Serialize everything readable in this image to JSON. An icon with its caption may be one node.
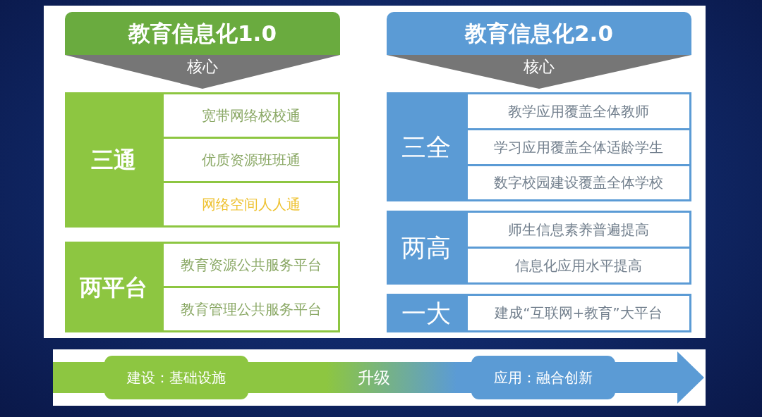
{
  "diagram": {
    "nodes": [
      {
        "text": [
          "教育信息化1.0"
        ]
      },
      {
        "text": [
          "核心"
        ]
      },
      {
        "text": [
          "三通"
        ]
      },
      {
        "text": [
          "宽带网络校校通"
        ],
        "in": 2
      },
      {
        "text": [
          "优质资源班班通"
        ],
        "in": 2
      },
      {
        "text": [
          "网络空间人人通"
        ],
        "in": 2
      },
      {
        "text": [
          "两平台"
        ]
      },
      {
        "text": [
          "教育资源公共服务平台"
        ],
        "in": 6
      },
      {
        "text": [
          "教育管理公共服务平台"
        ],
        "in": 6
      },
      {
        "text": [
          "教育信息化2.0"
        ]
      },
      {
        "text": [
          "核心"
        ]
      },
      {
        "text": [
          "三全"
        ]
      },
      {
        "text": [
          "教学应用覆盖全体教师"
        ],
        "in": 11
      },
      {
        "text": [
          "学习应用覆盖全体适龄学生"
        ],
        "in": 11
      },
      {
        "text": [
          "数字校园建设覆盖全体学校"
        ],
        "in": 11
      },
      {
        "text": [
          "两高"
        ]
      },
      {
        "text": [
          "师生信息素养普遍提高"
        ],
        "in": 15
      },
      {
        "text": [
          "信息化应用水平提高"
        ],
        "in": 15
      },
      {
        "text": [
          "一大"
        ]
      },
      {
        "text": [
          "建成“互联网+教育”大平台"
        ],
        "in": 18
      },
      {
        "text": [
          "建设：基础设施"
        ]
      },
      {
        "text": [
          "应用：融合创新"
        ]
      }
    ],
    "edges": [
      {
        "from": 20,
        "to": 21,
        "arrow": "to",
        "label": "升级"
      }
    ]
  }
}
